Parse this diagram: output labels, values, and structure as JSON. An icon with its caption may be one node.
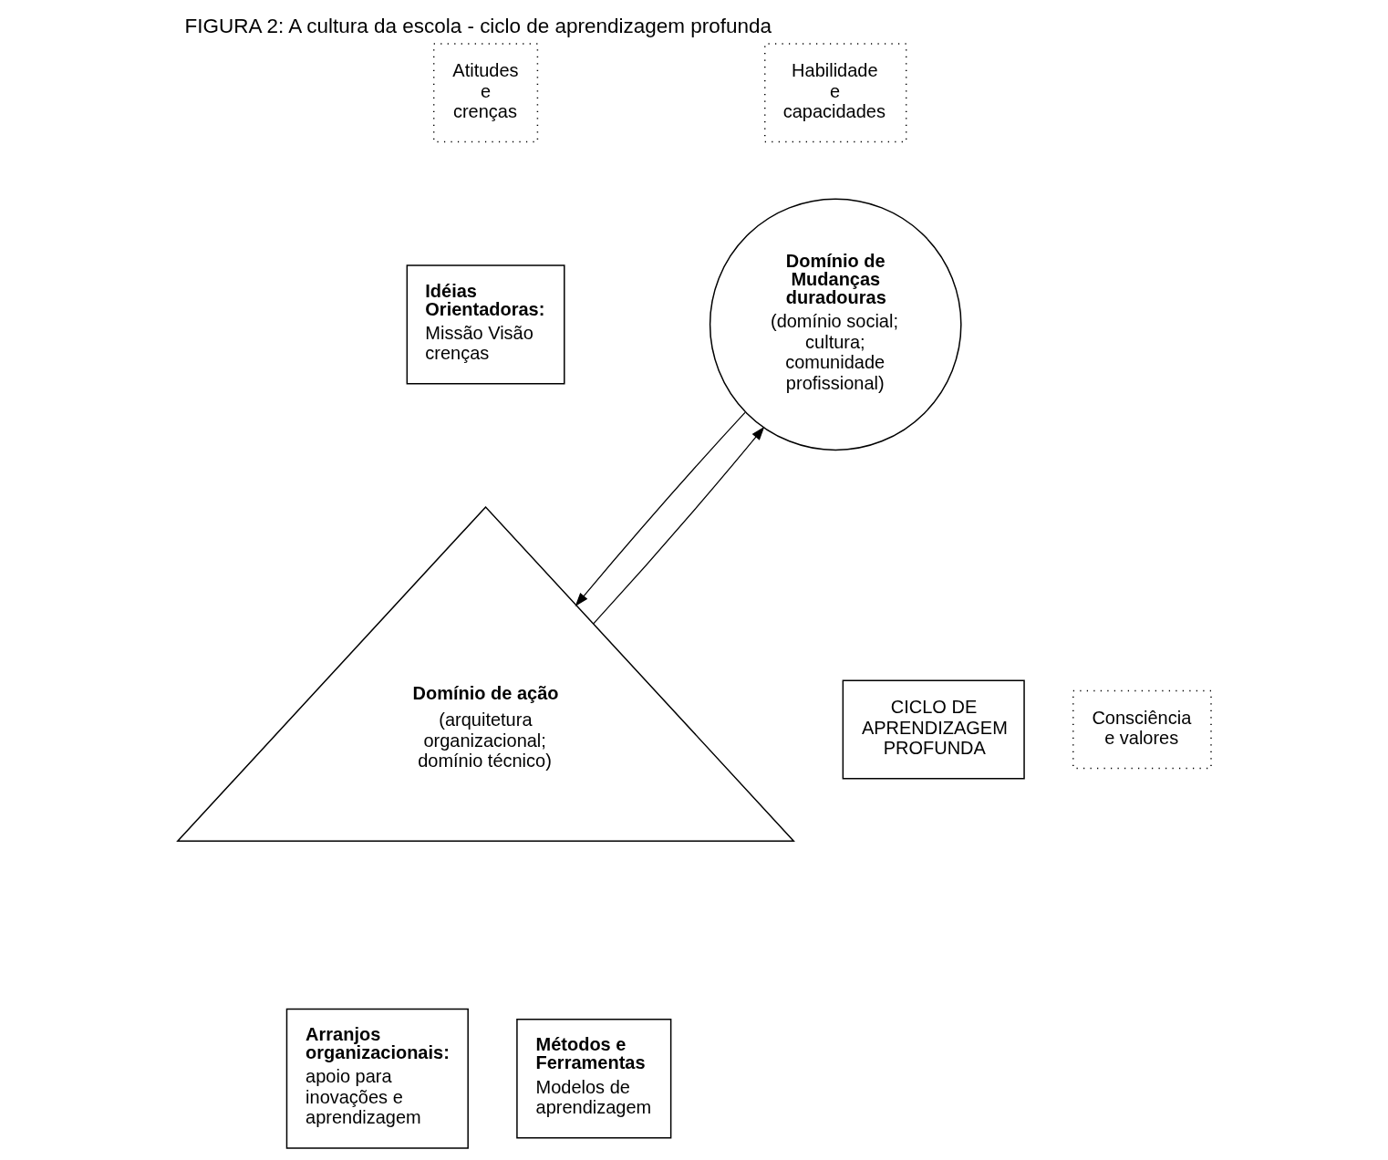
{
  "diagram": {
    "title": "FIGURA 2: A cultura da escola - ciclo de aprendizagem profunda",
    "nodes": [
      {
        "text": [
          "Idéias Orientadoras:",
          "Missão Visão crenças"
        ]
      },
      {
        "text": [
          "Atitudes e crenças"
        ]
      },
      {
        "text": [
          "Habilidade e capacidades"
        ]
      },
      {
        "text": [
          "Domínio de Mudanças duradouras",
          "(domínio social; cultura; comunidade profissional)"
        ]
      },
      {
        "text": [
          "Domínio de ação",
          "(arquitetura organizacional; domínio técnico)"
        ]
      },
      {
        "text": [
          "CICLO DE APRENDIZAGEM PROFUNDA"
        ]
      },
      {
        "text": [
          "Consciência e valores"
        ]
      },
      {
        "text": [
          "Arranjos organizacionais:",
          "apoio para inovações e aprendizagem"
        ]
      },
      {
        "text": [
          "Métodos e Ferramentas",
          "Modelos de aprendizagem"
        ]
      }
    ],
    "edges": [
      {
        "from": 3,
        "to": 4,
        "arrow": "to"
      },
      {
        "from": 4,
        "to": 3,
        "arrow": "to"
      }
    ]
  }
}
